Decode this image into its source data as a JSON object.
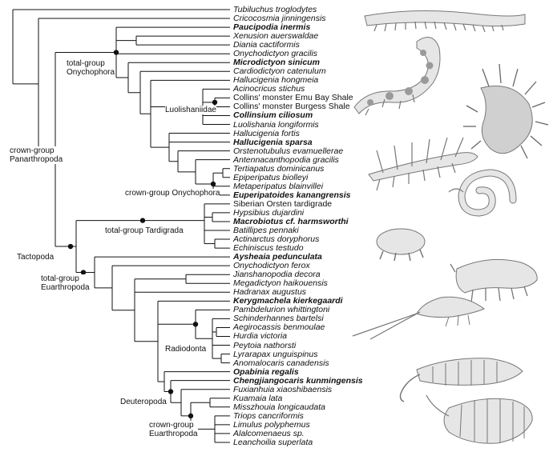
{
  "taxa": [
    {
      "name": "Tubiluchus troglodytes",
      "bold": false
    },
    {
      "name": "Cricocosmia jinningensis",
      "bold": false
    },
    {
      "name": "Paucipodia inermis",
      "bold": true
    },
    {
      "name": "Xenusion auerswaldae",
      "bold": false
    },
    {
      "name": "Diania cactiformis",
      "bold": false
    },
    {
      "name": "Onychodictyon gracilis",
      "bold": false
    },
    {
      "name": "Microdictyon sinicum",
      "bold": true
    },
    {
      "name": "Cardiodictyon catenulum",
      "bold": false
    },
    {
      "name": "Hallucigenia hongmeia",
      "bold": false
    },
    {
      "name": "Acinocricus stichus",
      "bold": false
    },
    {
      "name": "Collins' monster Emu Bay Shale",
      "bold": false,
      "roman": true
    },
    {
      "name": "Collins' monster Burgess Shale",
      "bold": false,
      "roman": true
    },
    {
      "name": "Collinsium ciliosum",
      "bold": true
    },
    {
      "name": "Luolishania longiformis",
      "bold": false
    },
    {
      "name": "Hallucigenia fortis",
      "bold": false
    },
    {
      "name": "Hallucigenia sparsa",
      "bold": true
    },
    {
      "name": "Orstenotubulus evamuellerae",
      "bold": false
    },
    {
      "name": "Antennacanthopodia gracilis",
      "bold": false
    },
    {
      "name": "Tertiapatus dominicanus",
      "bold": false
    },
    {
      "name": "Epiperipatus biolleyi",
      "bold": false
    },
    {
      "name": "Metaperipatus blainvillei",
      "bold": false
    },
    {
      "name": "Euperipatoides kanangrensis",
      "bold": true
    },
    {
      "name": "Siberian Orsten tardigrade",
      "bold": false,
      "roman": true
    },
    {
      "name": "Hypsibius dujardini",
      "bold": false
    },
    {
      "name": "Macrobiotus cf. harmsworthi",
      "bold": true
    },
    {
      "name": "Batillipes pennaki",
      "bold": false
    },
    {
      "name": "Actinarctus doryphorus",
      "bold": false
    },
    {
      "name": "Echiniscus testudo",
      "bold": false
    },
    {
      "name": "Aysheaia pedunculata",
      "bold": true
    },
    {
      "name": "Onychodictyon ferox",
      "bold": false
    },
    {
      "name": "Jianshanopodia decora",
      "bold": false
    },
    {
      "name": "Megadictyon haikouensis",
      "bold": false
    },
    {
      "name": "Hadranax augustus",
      "bold": false
    },
    {
      "name": "Kerygmachela kierkegaardi",
      "bold": true
    },
    {
      "name": "Pambdelurion whittingtoni",
      "bold": false
    },
    {
      "name": "Schinderhannes bartelsi",
      "bold": false
    },
    {
      "name": "Aegirocassis benmoulae",
      "bold": false
    },
    {
      "name": "Hurdia victoria",
      "bold": false
    },
    {
      "name": "Peytoia nathorsti",
      "bold": false
    },
    {
      "name": "Lyrarapax unguispinus",
      "bold": false
    },
    {
      "name": "Anomalocaris canadensis",
      "bold": false
    },
    {
      "name": "Opabinia regalis",
      "bold": true
    },
    {
      "name": "Chengjiangocaris kunmingensis",
      "bold": true
    },
    {
      "name": "Fuxianhuia xiaoshibaensis",
      "bold": false
    },
    {
      "name": "Kuamaia lata",
      "bold": false
    },
    {
      "name": "Misszhouia longicaudata",
      "bold": false
    },
    {
      "name": "Triops cancriformis",
      "bold": false
    },
    {
      "name": "Limulus polyphemus",
      "bold": false
    },
    {
      "name": "Alalcomenaeus sp.",
      "bold": false
    },
    {
      "name": "Leanchoilia superlata",
      "bold": false
    }
  ],
  "clade_labels": {
    "total_onychophora": [
      "total-group",
      "Onychophora"
    ],
    "luolishaniidae": [
      "Luolishaniidae"
    ],
    "crown_panarthropoda": [
      "crown-group",
      "Panarthropoda"
    ],
    "crown_onychophora": [
      "crown-group Onychophora"
    ],
    "total_tardigrada": [
      "total-group Tardigrada"
    ],
    "tactopoda": [
      "Tactopoda"
    ],
    "total_euarthropoda": [
      "total-group",
      "Euarthropoda"
    ],
    "radiodonta": [
      "Radiodonta"
    ],
    "deuteropoda": [
      "Deuteropoda"
    ],
    "crown_euarthropoda": [
      "crown-group",
      "Euarthropoda"
    ]
  },
  "colors": {
    "line": "#111111",
    "illustration_fill": "#e6e6e6",
    "illustration_stroke": "#777777",
    "spot": "#9a9a9a"
  }
}
